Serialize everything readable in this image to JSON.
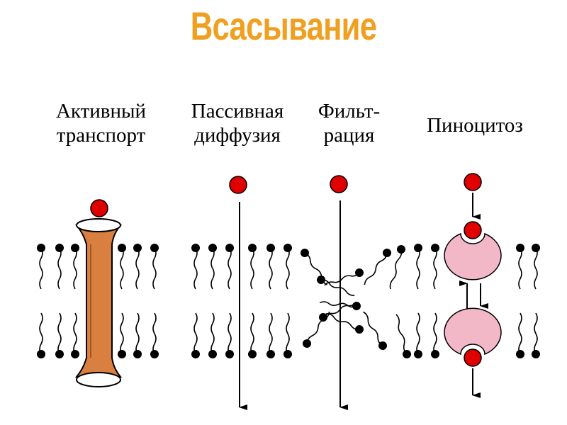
{
  "title": "Всасывание",
  "labels": {
    "active": [
      "Активный",
      "транспорт"
    ],
    "passive": [
      "Пассивная",
      "диффузия"
    ],
    "filtration": [
      "Фильт-",
      "рация"
    ],
    "pinocytosis": "Пиноцитоз"
  },
  "colors": {
    "title": "#f0a020",
    "particle": "#e00000",
    "channel": "#d98040",
    "vesicle": "#f2b8c8",
    "lipid": "#000000"
  }
}
